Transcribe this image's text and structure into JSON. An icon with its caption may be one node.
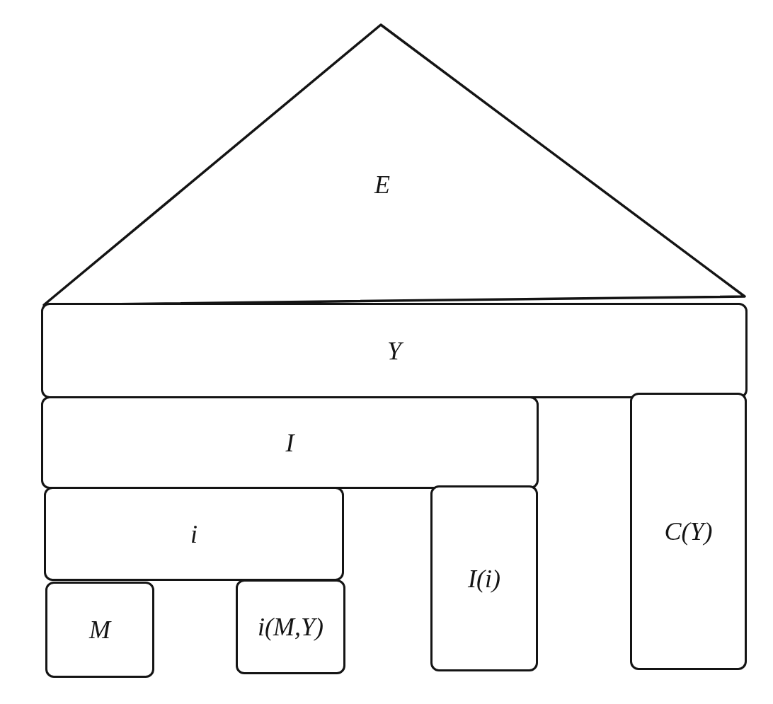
{
  "diagram": {
    "nodes": [
      {
        "text": [
          "E"
        ]
      },
      {
        "text": [
          "Y"
        ]
      },
      {
        "text": [
          "I"
        ]
      },
      {
        "text": [
          "C(Y)"
        ]
      },
      {
        "text": [
          "i"
        ]
      },
      {
        "text": [
          "I(i)"
        ]
      },
      {
        "text": [
          "M"
        ]
      },
      {
        "text": [
          "i(M,Y)"
        ]
      }
    ]
  }
}
